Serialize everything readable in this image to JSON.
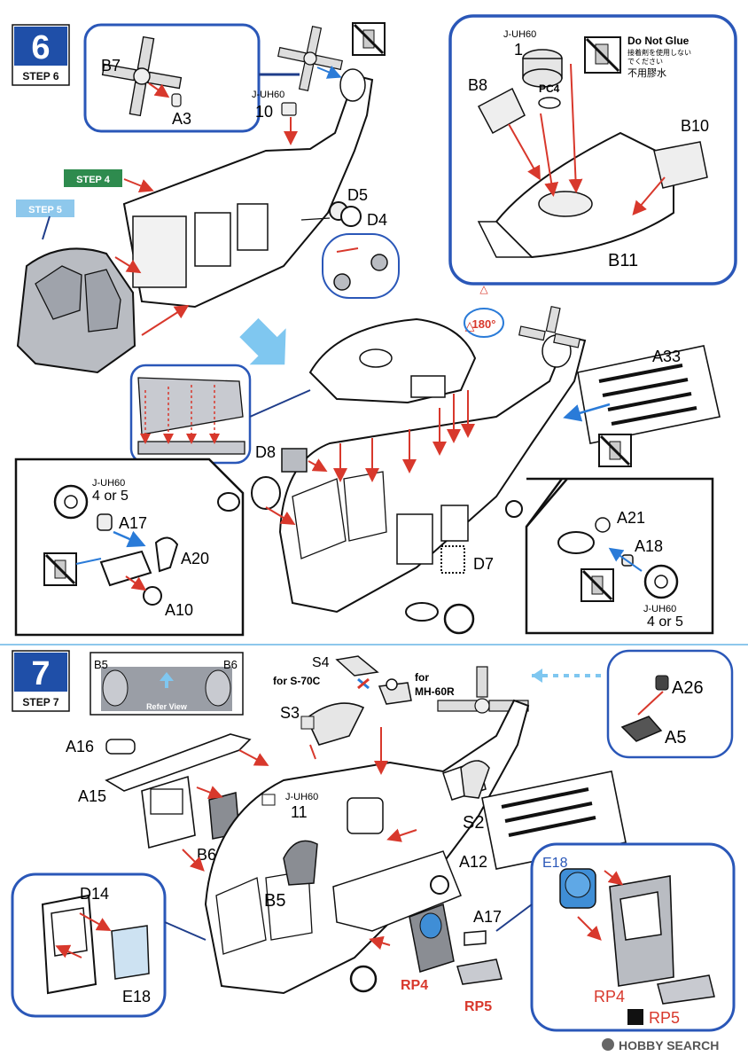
{
  "step6": {
    "number": "6",
    "badge": "STEP 6",
    "ref_step4": "STEP 4",
    "ref_step5": "STEP 5",
    "parts": {
      "b7": "B7",
      "a3": "A3",
      "juh60_a": "J-UH60",
      "n10": "10",
      "d5": "D5",
      "d4": "D4",
      "juh60_b": "J-UH60",
      "n1": "1",
      "pc4": "PC4",
      "b8": "B8",
      "b10": "B10",
      "b11": "B11",
      "a33": "A33",
      "rot180": "180°",
      "d8": "D8",
      "juh60_c": "J-UH60",
      "four_or_five_a": "4 or 5",
      "a17": "A17",
      "a20": "A20",
      "a10": "A10",
      "d7": "D7",
      "a21": "A21",
      "a18": "A18",
      "juh60_d": "J-UH60",
      "four_or_five_b": "4 or 5"
    },
    "do_not_glue": {
      "en": "Do Not Glue",
      "ja_1": "接着剤を使用しない",
      "ja_2": "でください",
      "zh": "不用膠水"
    }
  },
  "step7": {
    "number": "7",
    "badge": "STEP 7",
    "b5_ref": "B5",
    "b6_ref": "B6",
    "refer_view": "Refer View",
    "parts": {
      "s4": "S4",
      "for_s70c": "for S-70C",
      "for": "for",
      "mh60r": "MH-60R",
      "s3": "S3",
      "a16": "A16",
      "a15": "A15",
      "juh60": "J-UH60",
      "n11": "11",
      "b6": "B6",
      "b5": "B5",
      "s2": "S2",
      "a12": "A12",
      "a26": "A26",
      "a5": "A5",
      "d14": "D14",
      "e18": "E18",
      "a17": "A17",
      "rp4": "RP4",
      "rp5": "RP5",
      "e18_b": "E18",
      "rp4_b": "RP4",
      "rp5_b": "RP5"
    }
  },
  "footer": {
    "watermark": "HOBBY SEARCH"
  },
  "colors": {
    "step_blue": "#1f4fa8",
    "frame_blue": "#2a57b8",
    "arrow_red": "#d8382c",
    "step4_green": "#2e8b4e",
    "step5_lightblue": "#8ec8ec",
    "grey_part": "#b9bcc2"
  }
}
